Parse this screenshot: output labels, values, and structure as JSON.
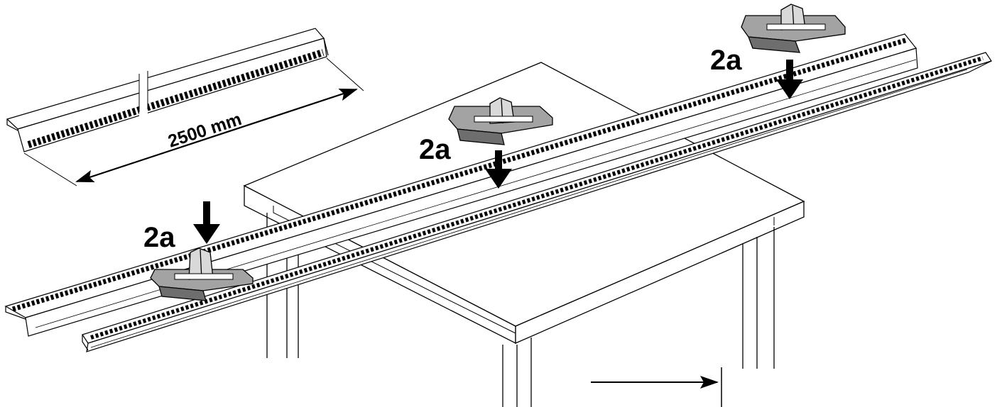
{
  "dimension": {
    "text": "2500 mm"
  },
  "callouts": [
    {
      "id": "c1",
      "text": "2a"
    },
    {
      "id": "c2",
      "text": "2a"
    },
    {
      "id": "c3",
      "text": "2a"
    }
  ],
  "colors": {
    "line": "#000000",
    "clip_fill": "#a3a3a3",
    "clip_shadow": "#6e6e6e",
    "background": "#ffffff"
  },
  "icons": [
    "arrow-down-icon",
    "dimension-arrow-icon",
    "direction-arrow-icon"
  ]
}
